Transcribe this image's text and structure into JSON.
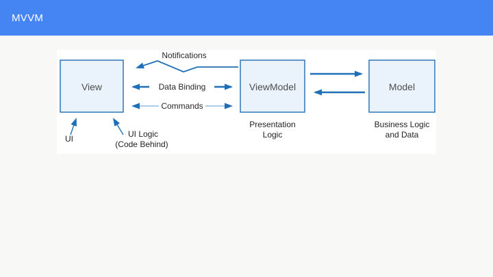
{
  "header": {
    "title": "MVVM",
    "bar_color": "#4484f3",
    "text_color": "#ffffff"
  },
  "diagram": {
    "boxes": [
      {
        "label": "View"
      },
      {
        "label": "ViewModel"
      },
      {
        "label": "Model"
      }
    ],
    "connectors": {
      "notifications": "Notifications",
      "data_binding": "Data Binding",
      "commands": "Commands"
    },
    "annotations": {
      "ui": "UI",
      "ui_logic": "UI Logic",
      "ui_logic_sub": "(Code Behind)",
      "presentation_1": "Presentation",
      "presentation_2": "Logic",
      "business_1": "Business Logic",
      "business_2": "and Data"
    },
    "colors": {
      "box_fill": "#eaf3fb",
      "box_border": "#2e75b6",
      "arrow": "#1e6fb8",
      "thin_line": "#7aadd6",
      "box_label_text": "#4d4d4d",
      "annotation_text": "#1f1f1f"
    }
  }
}
